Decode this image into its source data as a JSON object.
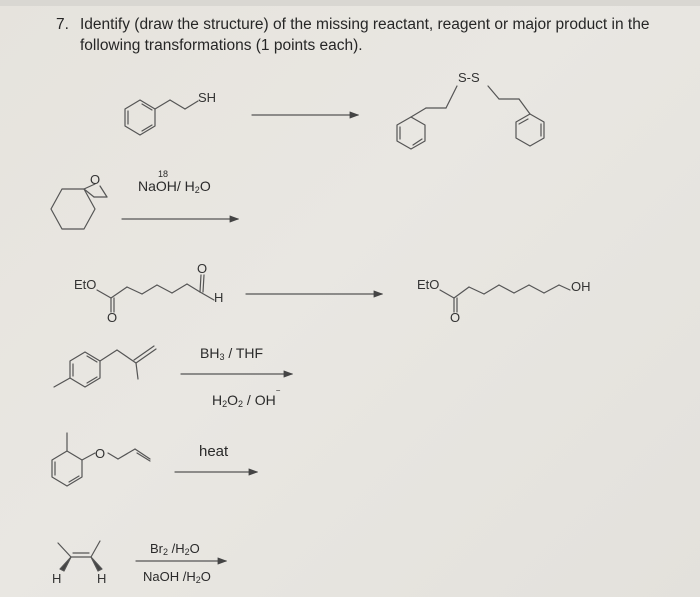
{
  "question": {
    "number": "7.",
    "text": "Identify (draw the structure) of the missing reactant, reagent or major product in the following transformations (1 points each)."
  },
  "reactions": [
    {
      "id": 1,
      "reactant": {
        "label": "SH",
        "description": "2-phenylethanethiol"
      },
      "reagent": "",
      "product": {
        "label": "S-S",
        "description": "bis(2-phenylethyl) disulfide"
      }
    },
    {
      "id": 2,
      "reactant": {
        "label": "O",
        "description": "1-oxaspiro[2.5]octane (cyclohexane spiro-epoxide)"
      },
      "reagent_top": {
        "isotope": "18",
        "text": "NaOH/ H",
        "sub": "2",
        "tail": "O"
      },
      "product": ""
    },
    {
      "id": 3,
      "reactant": {
        "ester_label": "EtO",
        "carbonyl_o": "O",
        "aldehyde_o": "O",
        "aldehyde_h": "H"
      },
      "reagent": "",
      "product": {
        "ester_label": "EtO",
        "carbonyl_o": "O",
        "alcohol": "OH"
      }
    },
    {
      "id": 4,
      "reactant": {
        "description": "1-methyl-4-(2-methylallyl)benzene"
      },
      "reagent_top": {
        "text": "BH",
        "sub": "3",
        "tail": " / THF"
      },
      "reagent_bottom": {
        "text": "H",
        "sub": "2",
        "mid": "O",
        "sub2": "2",
        "tail": " / OH",
        "charge": "−"
      },
      "product": ""
    },
    {
      "id": 5,
      "reactant": {
        "label": "O",
        "description": "allyl o-tolyl ether"
      },
      "reagent_top": "heat",
      "product": ""
    },
    {
      "id": 6,
      "reactant": {
        "h_left": "H",
        "h_right": "H",
        "description": "cis-2-butene"
      },
      "reagent_top": {
        "text": "Br",
        "sub": "2",
        "tail": " /H",
        "sub2": "2",
        "tail2": "O"
      },
      "reagent_bottom": {
        "text": "NaOH /H",
        "sub": "2",
        "tail": "O"
      },
      "product": ""
    }
  ]
}
